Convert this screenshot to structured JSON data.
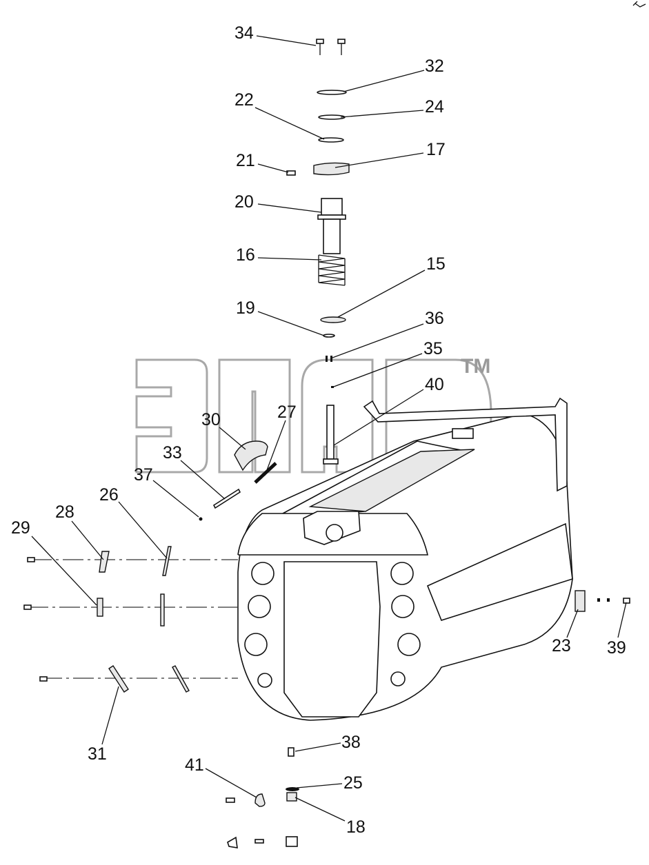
{
  "diagram": {
    "watermark_tm": "TM",
    "labels": [
      {
        "id": "34",
        "text": "34"
      },
      {
        "id": "32",
        "text": "32"
      },
      {
        "id": "22",
        "text": "22"
      },
      {
        "id": "24",
        "text": "24"
      },
      {
        "id": "21",
        "text": "21"
      },
      {
        "id": "17",
        "text": "17"
      },
      {
        "id": "20",
        "text": "20"
      },
      {
        "id": "16",
        "text": "16"
      },
      {
        "id": "15",
        "text": "15"
      },
      {
        "id": "19",
        "text": "19"
      },
      {
        "id": "36",
        "text": "36"
      },
      {
        "id": "35",
        "text": "35"
      },
      {
        "id": "40",
        "text": "40"
      },
      {
        "id": "30",
        "text": "30"
      },
      {
        "id": "27",
        "text": "27"
      },
      {
        "id": "33",
        "text": "33"
      },
      {
        "id": "37",
        "text": "37"
      },
      {
        "id": "26",
        "text": "26"
      },
      {
        "id": "28",
        "text": "28"
      },
      {
        "id": "29",
        "text": "29"
      },
      {
        "id": "23",
        "text": "23"
      },
      {
        "id": "39",
        "text": "39"
      },
      {
        "id": "31",
        "text": "31"
      },
      {
        "id": "38",
        "text": "38"
      },
      {
        "id": "41",
        "text": "41"
      },
      {
        "id": "25",
        "text": "25"
      },
      {
        "id": "18",
        "text": "18"
      }
    ]
  }
}
